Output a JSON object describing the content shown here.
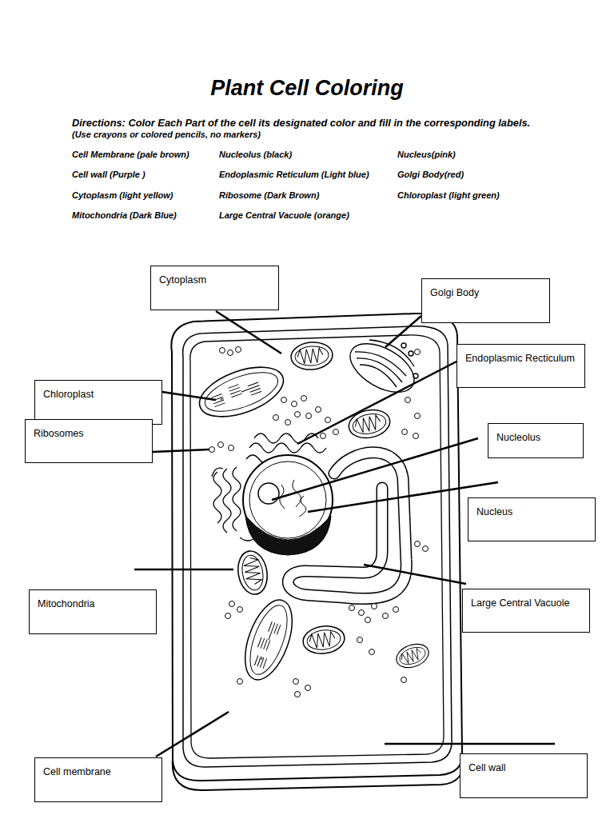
{
  "diagram": {
    "title": "Plant Cell Coloring",
    "nodes": [
      {
        "text": [
          "Cytoplasm"
        ]
      },
      {
        "text": [
          "Golgi Body"
        ]
      },
      {
        "text": [
          "Endoplasmic Recticulum"
        ]
      },
      {
        "text": [
          "Chloroplast"
        ]
      },
      {
        "text": [
          "Ribosomes"
        ]
      },
      {
        "text": [
          "Nucleolus"
        ]
      },
      {
        "text": [
          "Nucleus"
        ]
      },
      {
        "text": [
          "Mitochondria"
        ]
      },
      {
        "text": [
          "Large Central Vacuole"
        ]
      },
      {
        "text": [
          "Cell membrane"
        ]
      },
      {
        "text": [
          "Cell wall"
        ]
      }
    ],
    "labels": [
      "Directions: Color Each Part of the cell its designated color and fill in the corresponding labels.",
      "(Use crayons or colored pencils, no markers)",
      "Cell Membrane (pale brown)",
      "Nucleolus (black)",
      "Nucleus(pink)",
      "Cell wall (Purple )",
      "Endoplasmic Reticulum (Light blue)",
      "Golgi Body(red)",
      "Cytoplasm (light yellow)",
      "Ribosome (Dark Brown)",
      "Chloroplast (light green)",
      "Mitochondria (Dark Blue)",
      "Large Central Vacuole (orange)"
    ]
  }
}
